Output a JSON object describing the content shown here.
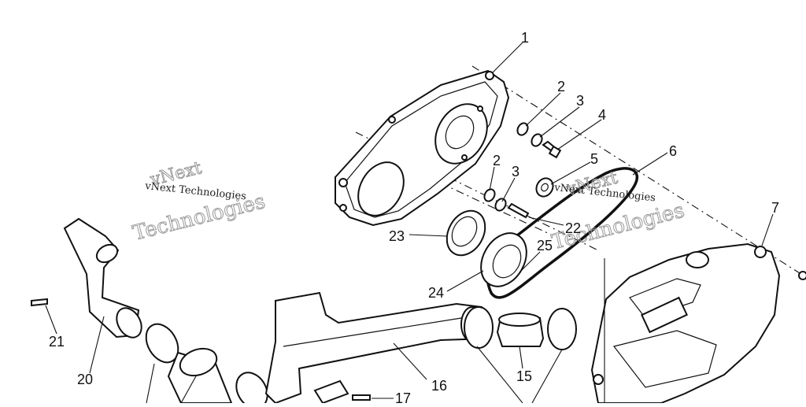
{
  "watermark": {
    "small_text": "vNext Technologies",
    "large_line_1": "vNext",
    "large_line_2": "Technologies"
  },
  "callouts": [
    {
      "id": "c1",
      "label": "1"
    },
    {
      "id": "c2a",
      "label": "2"
    },
    {
      "id": "c3a",
      "label": "3"
    },
    {
      "id": "c4",
      "label": "4"
    },
    {
      "id": "c5",
      "label": "5"
    },
    {
      "id": "c6",
      "label": "6"
    },
    {
      "id": "c2b",
      "label": "2"
    },
    {
      "id": "c3b",
      "label": "3"
    },
    {
      "id": "c7",
      "label": "7"
    },
    {
      "id": "c22",
      "label": "22"
    },
    {
      "id": "c23",
      "label": "23"
    },
    {
      "id": "c25",
      "label": "25"
    },
    {
      "id": "c24",
      "label": "24"
    },
    {
      "id": "c21",
      "label": "21"
    },
    {
      "id": "c20",
      "label": "20"
    },
    {
      "id": "c16",
      "label": "16"
    },
    {
      "id": "c15",
      "label": "15"
    },
    {
      "id": "c17",
      "label": "17"
    }
  ]
}
